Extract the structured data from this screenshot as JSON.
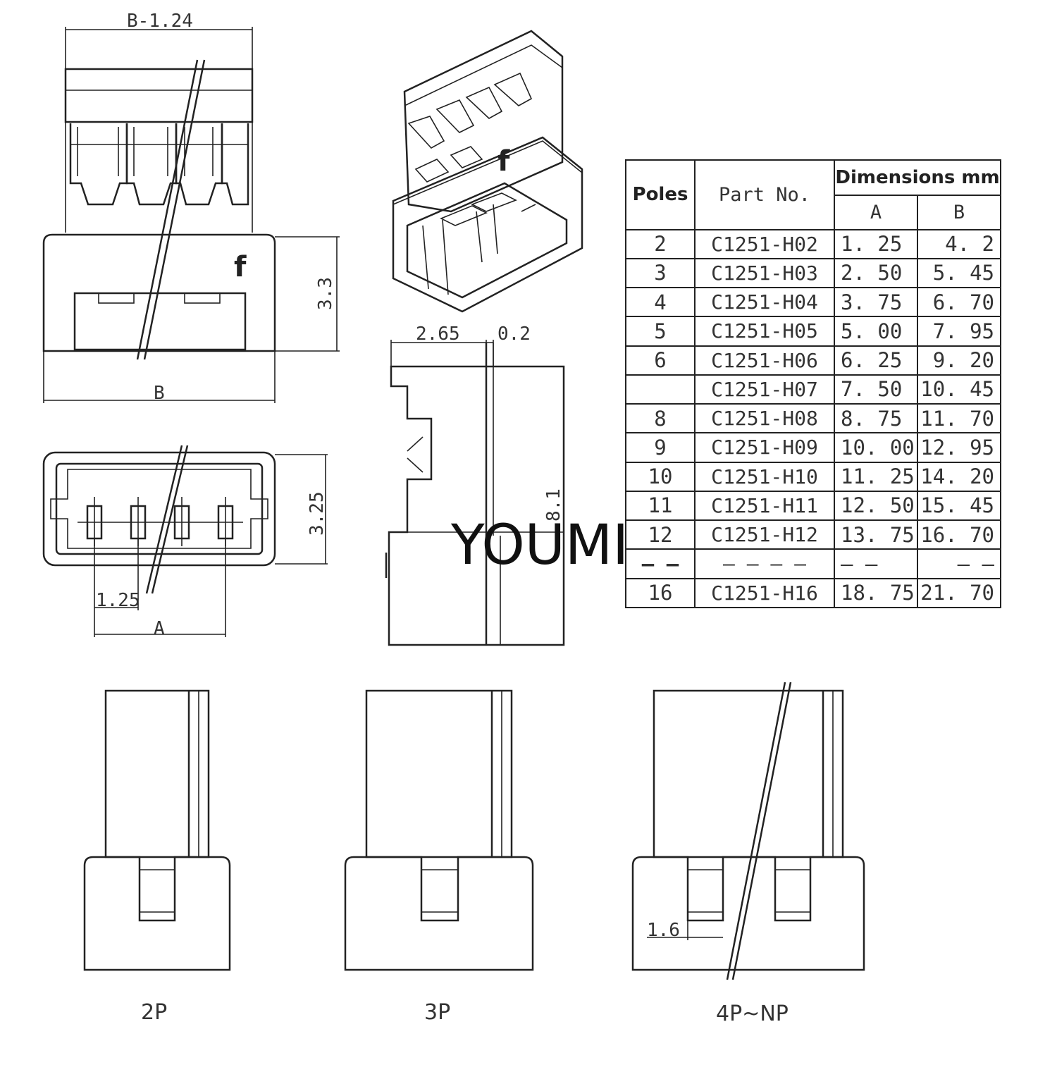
{
  "dimension_labels": {
    "b_minus": "B-1.24",
    "b": "B",
    "h_3_3": "3.3",
    "h_3_25": "3.25",
    "pitch": "1.25",
    "a": "A",
    "w_2_65": "2.65",
    "w_0_2": "0.2",
    "h_8_1": "8.1",
    "w_1_6": "1.6"
  },
  "marking": "f",
  "watermark": "YOUMI",
  "variant_labels": [
    "2P",
    "3P",
    "4P~NP"
  ],
  "table": {
    "head_poles": "Poles",
    "head_part": "Part No.",
    "head_dims": "Dimensions mm",
    "col_a": "A",
    "col_b": "B",
    "rows": [
      {
        "poles": "2",
        "part": "C1251-H02",
        "a": "1. 25",
        "b": "4. 2"
      },
      {
        "poles": "3",
        "part": "C1251-H03",
        "a": "2. 50",
        "b": "5. 45"
      },
      {
        "poles": "4",
        "part": "C1251-H04",
        "a": "3. 75",
        "b": "6. 70"
      },
      {
        "poles": "5",
        "part": "C1251-H05",
        "a": "5. 00",
        "b": "7. 95"
      },
      {
        "poles": "6",
        "part": "C1251-H06",
        "a": "6. 25",
        "b": "9. 20"
      },
      {
        "poles": "",
        "part": "C1251-H07",
        "a": "7. 50",
        "b": "10. 45"
      },
      {
        "poles": "8",
        "part": "C1251-H08",
        "a": "8. 75",
        "b": "11. 70"
      },
      {
        "poles": "9",
        "part": "C1251-H09",
        "a": "10. 00",
        "b": "12. 95"
      },
      {
        "poles": "10",
        "part": "C1251-H10",
        "a": "11. 25",
        "b": "14. 20"
      },
      {
        "poles": "11",
        "part": "C1251-H11",
        "a": "12. 50",
        "b": "15. 45"
      },
      {
        "poles": "12",
        "part": "C1251-H12",
        "a": "13. 75",
        "b": "16. 70"
      },
      {
        "poles": "– –",
        "part": "– –  – –",
        "a": "– –",
        "b": "– –"
      },
      {
        "poles": "16",
        "part": "C1251-H16",
        "a": "18. 75",
        "b": "21. 70"
      }
    ]
  }
}
